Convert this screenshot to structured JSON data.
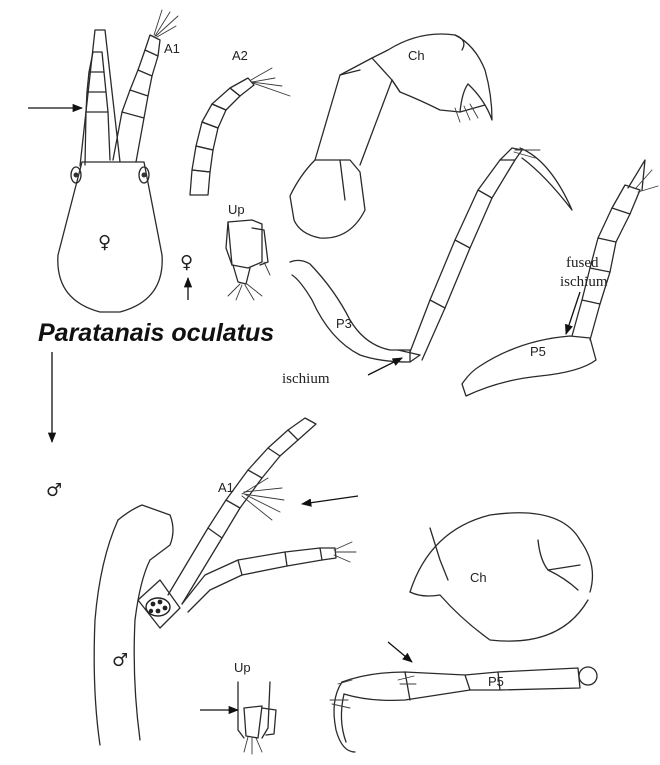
{
  "title": "Paratanais oculatus",
  "female_symbol": "♀",
  "male_symbol": "♂",
  "labels": {
    "a1": "A1",
    "a2": "A2",
    "ch": "Ch",
    "up": "Up",
    "p3": "P3",
    "p5": "P5",
    "ischium": "ischium",
    "fused_ischium_line1": "fused",
    "fused_ischium_line2": "ischium"
  },
  "colors": {
    "ink": "#2a2a2a",
    "background": "#ffffff"
  }
}
